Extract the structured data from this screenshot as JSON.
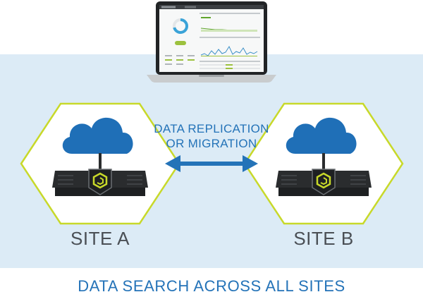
{
  "diagram": {
    "arrow_label_line1": "DATA REPLICATION",
    "arrow_label_line2": "OR MIGRATION",
    "site_a_label": "SITE A",
    "site_b_label": "SITE B",
    "footer_caption": "DATA SEARCH ACROSS ALL SITES"
  },
  "colors": {
    "band": "#dcebf6",
    "hexagon_stroke": "#c8d92a",
    "cloud": "#1f6fb7",
    "arrow": "#2473b8",
    "device": "#2a2c2e",
    "accent_green": "#c8d92a"
  },
  "icons": [
    "laptop-icon",
    "cloud-icon",
    "storage-appliance-icon",
    "double-arrow-icon"
  ]
}
